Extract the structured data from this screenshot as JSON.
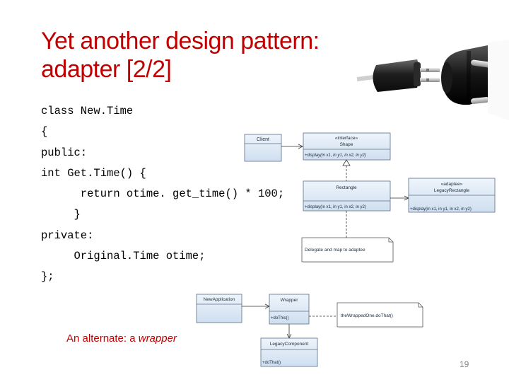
{
  "slide": {
    "title_line1": "Yet another design pattern:",
    "title_line2": "adapter [2/2]",
    "code_lines": [
      "class New.Time",
      "{",
      "public:",
      "int Get.Time() {",
      "      return otime. get_time() * 100;",
      "     }",
      "private:",
      "     Original.Time otime;",
      "};"
    ],
    "alternate_prefix": "An alternate: a ",
    "alternate_emphasis": "wrapper",
    "page_number": "19"
  },
  "diagram1": {
    "client": "Client",
    "shape_stereotype": "«interface»",
    "shape_name": "Shape",
    "shape_method": "+display(in x1, in y1, in x2, in y2)",
    "rectangle_name": "Rectangle",
    "rectangle_method": "+display(in x1, in y1, in x2, in y2)",
    "legacy_stereotype": "«adaptee»",
    "legacy_name": "LegacyRectangle",
    "legacy_method": "+display(in x1, in y1, in x2, in y2)",
    "note": "Delegate and map to adaptee"
  },
  "diagram2": {
    "new_application": "NewApplication",
    "wrapper_name": "Wrapper",
    "wrapper_method": "+doThis()",
    "legacy_component_name": "LegacyComponent",
    "legacy_component_method": "+doThat()",
    "note": "theWrappedOne.doThat()"
  }
}
